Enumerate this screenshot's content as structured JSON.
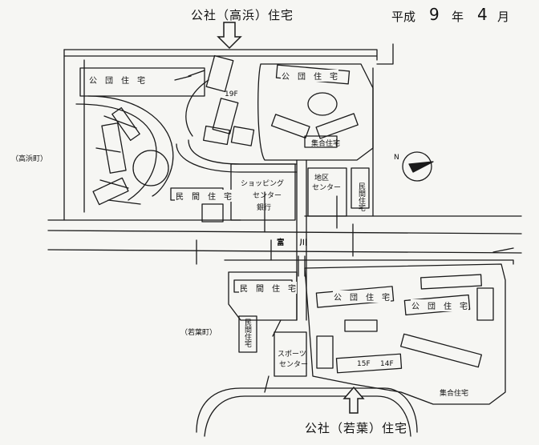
{
  "header": {
    "top_label": "公社（高浜）住宅",
    "bottom_label": "公社（若葉）住宅",
    "date": {
      "era": "平成",
      "year": "9",
      "year_unit": "年",
      "month": "4",
      "month_unit": "月"
    }
  },
  "places": {
    "takahama_town": "（高浜町）",
    "wakaba_town": "（若葉町）",
    "river": "富　　川",
    "shopping_center": "ショッピング",
    "shopping_center_2": "センター",
    "bank": "銀行",
    "district_center": "地区",
    "district_center_2": "センター",
    "sports_center": "スポーツ",
    "sports_center_2": "センター"
  },
  "housing_labels": {
    "kodan_nw": "公　団　住　宅",
    "kodan_ne": "公　団　住　宅",
    "kodan_se_1": "公　団　住　宅",
    "kodan_se_2": "公　団　住　宅",
    "minkan_center": "民　間　住　宅",
    "minkan_sw_top": "民　間　住　宅",
    "minkan_east_vertical": "民間住宅",
    "minkan_sw_vertical": "民間住宅",
    "kodan_shop_ne": "集合住宅",
    "kodan_shop_se": "集合住宅"
  },
  "floor_labels": {
    "f15": "15F",
    "f14": "14F",
    "f19": "19F"
  },
  "compass": {
    "north": "N"
  },
  "colors": {
    "ink": "#1a1a1a",
    "paper": "#f6f6f3"
  }
}
